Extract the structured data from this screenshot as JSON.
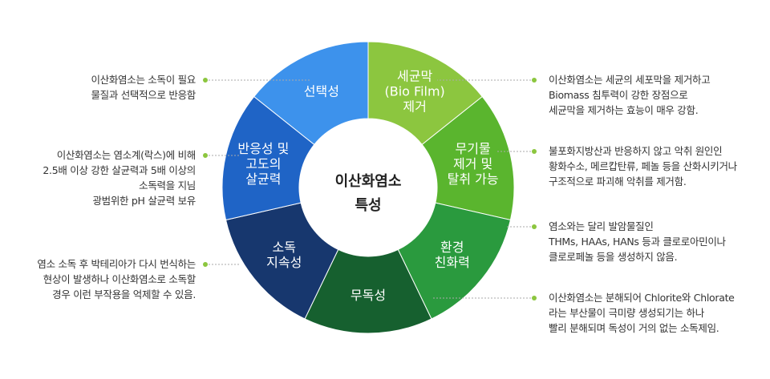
{
  "center": {
    "line1": "이산화염소",
    "line2": "특성"
  },
  "segments": [
    {
      "id": "biofilm",
      "lines": [
        "세균막",
        "(Bio Film)",
        "제거"
      ],
      "color": "#8cc63f"
    },
    {
      "id": "deodor",
      "lines": [
        "무기물",
        "제거 및",
        "탈취 가능"
      ],
      "color": "#5ab52e"
    },
    {
      "id": "eco",
      "lines": [
        "환경",
        "친화력"
      ],
      "color": "#2a9a3e"
    },
    {
      "id": "nontoxic",
      "lines": [
        "무독성"
      ],
      "color": "#16602f"
    },
    {
      "id": "duration",
      "lines": [
        "소독",
        "지속성"
      ],
      "color": "#17376e"
    },
    {
      "id": "power",
      "lines": [
        "반응성 및",
        "고도의",
        "살균력"
      ],
      "color": "#1f64c6"
    },
    {
      "id": "selective",
      "lines": [
        "선택성"
      ],
      "color": "#3d92ec"
    }
  ],
  "descriptions_left": [
    {
      "id": "selective",
      "lines": [
        "이산화염소는 소독이 필요",
        "물질과 선택적으로 반응함"
      ]
    },
    {
      "id": "power",
      "lines": [
        "이산화염소는 염소계(락스)에 비해",
        "2.5배 이상 강한 살균력과 5배 이상의",
        "소독력을 지님",
        "광범위한 pH 살균력 보유"
      ]
    },
    {
      "id": "duration",
      "lines": [
        "염소 소독 후 박테리아가 다시 번식하는",
        "현상이 발생하나 이산화염소로 소독할",
        "경우 이런 부작용을 억제할 수 있음."
      ]
    }
  ],
  "descriptions_right": [
    {
      "id": "biofilm",
      "lines": [
        "이산화염소는 세균의 세포막을 제거하고",
        "Biomass 침투력이 강한 장점으로",
        "세균막을 제거하는 효능이 매우 강함."
      ]
    },
    {
      "id": "deodor",
      "lines": [
        "불포화지방산과 반응하지 않고 악취 원인인",
        "황화수소, 메르캅탄류, 페놀 등을 산화시키거나",
        "구조적으로 파괴해 악취를 제거함."
      ]
    },
    {
      "id": "eco",
      "lines": [
        "염소와는 달리 발암물질인",
        "THMs, HAAs, HANs 등과 클로로아민이나",
        "클로로페놀 등을 생성하지 않음."
      ]
    },
    {
      "id": "nontoxic",
      "lines": [
        "이산화염소는 분해되어 Chlorite와 Chlorate",
        "라는 부산물이 극미량 생성되기는 하나",
        "빨리 분해되며 독성이 거의 없는 소독제임."
      ]
    }
  ],
  "connector_color": "#8cc63f"
}
